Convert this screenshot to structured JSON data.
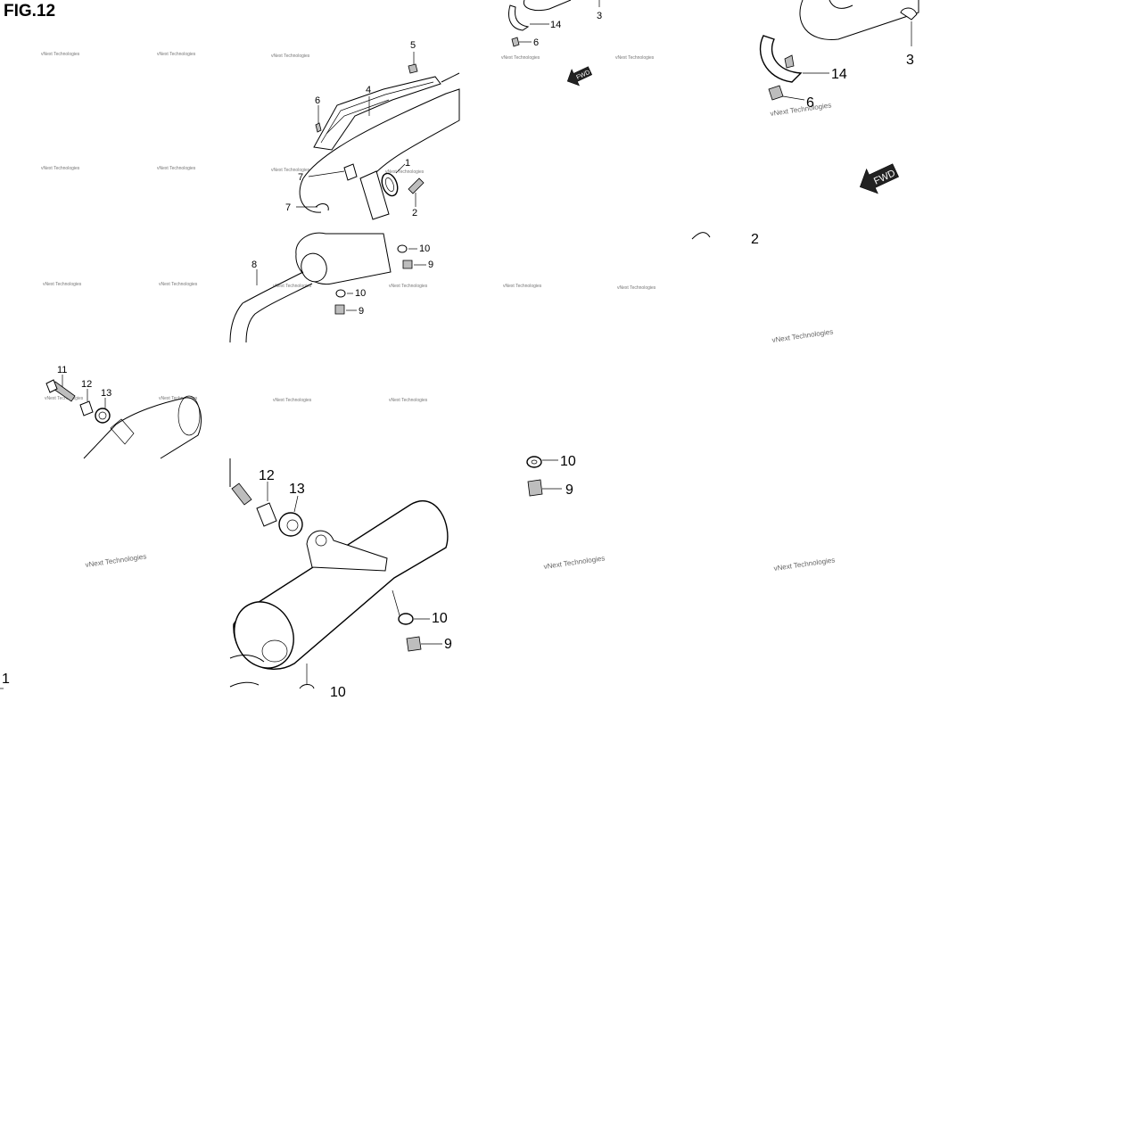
{
  "figure": {
    "title": "FIG.12"
  },
  "watermark": {
    "text": "vNext Technologies"
  },
  "fwd_label": "FWD",
  "overview": {
    "callouts": [
      "5",
      "6",
      "4",
      "1",
      "7",
      "7",
      "2",
      "10",
      "9",
      "8",
      "10",
      "9"
    ]
  },
  "detail_top_left": {
    "callouts": [
      "14",
      "6",
      "3"
    ]
  },
  "detail_top_right": {
    "callouts": [
      "14",
      "6",
      "3",
      "2"
    ]
  },
  "detail_bracket_small": {
    "callouts": [
      "11",
      "12",
      "13"
    ]
  },
  "detail_bracket_large": {
    "callouts": [
      "12",
      "13",
      "10",
      "9",
      "10"
    ]
  },
  "detail_fasteners": {
    "callouts": [
      "10",
      "9"
    ]
  },
  "edge_label": {
    "text": "1"
  }
}
